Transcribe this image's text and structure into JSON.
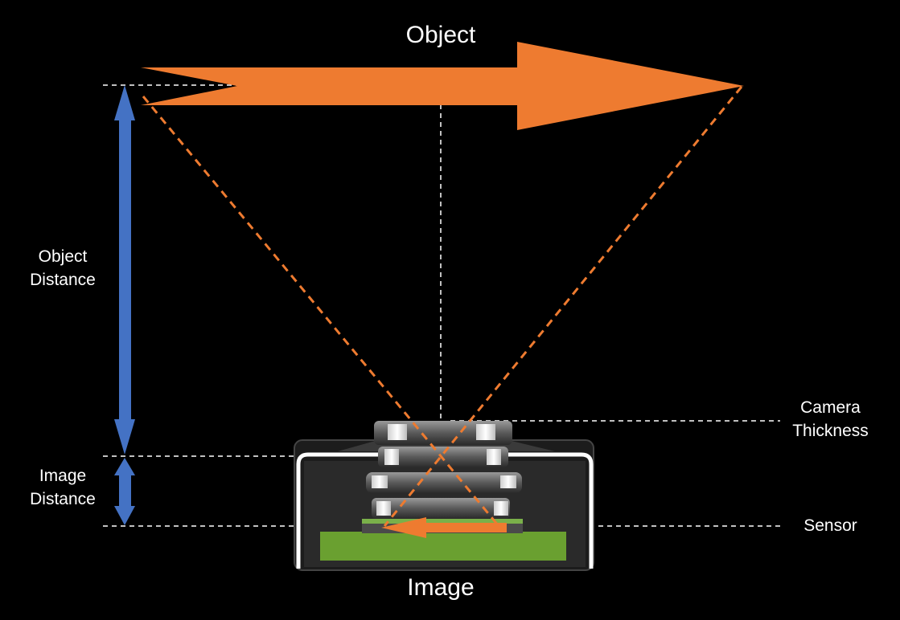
{
  "labels": {
    "object": "Object",
    "image": "Image",
    "object_distance": [
      "Object",
      "Distance"
    ],
    "image_distance": [
      "Image",
      "Distance"
    ],
    "camera_thickness": [
      "Camera",
      "Thickness"
    ],
    "sensor": "Sensor"
  },
  "colors": {
    "background": "#000000",
    "object_arrow": "#ee7b30",
    "image_arrow": "#ee7b30",
    "rays": "#ee7b30",
    "distance_arrows": "#4472c4",
    "guides": "#ffffff",
    "sensor_board": "#6aa030",
    "camera_body": "#1a1a1a"
  }
}
